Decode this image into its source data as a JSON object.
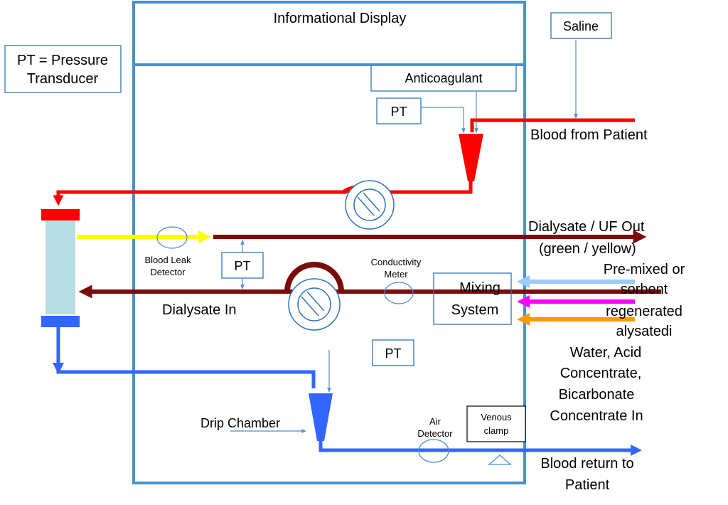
{
  "labels": {
    "info_display": "Informational Display",
    "saline": "Saline",
    "pt_legend_line1": "PT = Pressure",
    "pt_legend_line2": "Transducer",
    "anticoagulant": "Anticoagulant",
    "pt": "PT",
    "blood_from_patient": "Blood from Patient",
    "dialysate_out_line1": "Dialysate / UF Out",
    "dialysate_out_line2": "(green / yellow)",
    "blood_leak_line1": "Blood Leak",
    "blood_leak_line2": "Detector",
    "conductivity_line1": "Conductivity",
    "conductivity_line2": "Meter",
    "mixing_line1": "Mixing",
    "mixing_line2": "System",
    "premixed_line1": "Pre-mixed or",
    "premixed_line2": "sorbent",
    "premixed_line3": "regenerated",
    "premixed_line4": "alysatedi",
    "dialysate_in": "Dialysate In",
    "water_line1": "Water, Acid",
    "water_line2": "Concentrate,",
    "water_line3": "Bicarbonate",
    "water_line4": "Concentrate In",
    "drip_chamber": "Drip Chamber",
    "air_line1": "Air",
    "air_line2": "Detector",
    "venous_line1": "Venous",
    "venous_line2": "clamp",
    "blood_return_line1": "Blood return to",
    "blood_return_line2": "Patient"
  },
  "colors": {
    "machine_border": "#4a8fd0",
    "label_box_border": "#2e75b6",
    "blood_in": "#ff0000",
    "dialysate_dark": "#7b0c0c",
    "blood_return": "#3366ff",
    "uf_yellow": "#ffff00",
    "water_light_blue": "#99ccff",
    "acid_magenta": "#ff00ff",
    "bicarb_orange": "#ff9900",
    "dialyzer_fill": "#b7dde3"
  }
}
